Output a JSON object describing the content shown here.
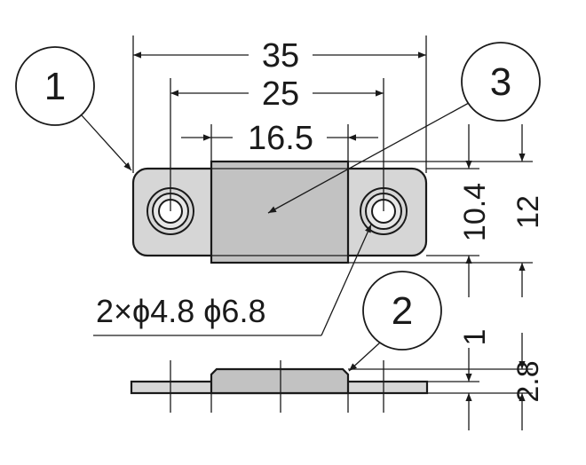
{
  "callouts": {
    "part1": "1",
    "part2": "2",
    "part3": "3"
  },
  "dimensions": {
    "overall_length": "35",
    "hole_pitch": "25",
    "magnet_length": "16.5",
    "body_width": "10.4",
    "overall_width": "12",
    "hole_spec": "2×ϕ4.8 ϕ6.8",
    "plate_thickness": "1",
    "overall_height": "2.8"
  },
  "colors": {
    "line": "#1a1a1a",
    "plate_fill": "#d6d6d6",
    "magnet_fill": "#c2c2c2",
    "hole_ring": "#e6e6e6"
  }
}
